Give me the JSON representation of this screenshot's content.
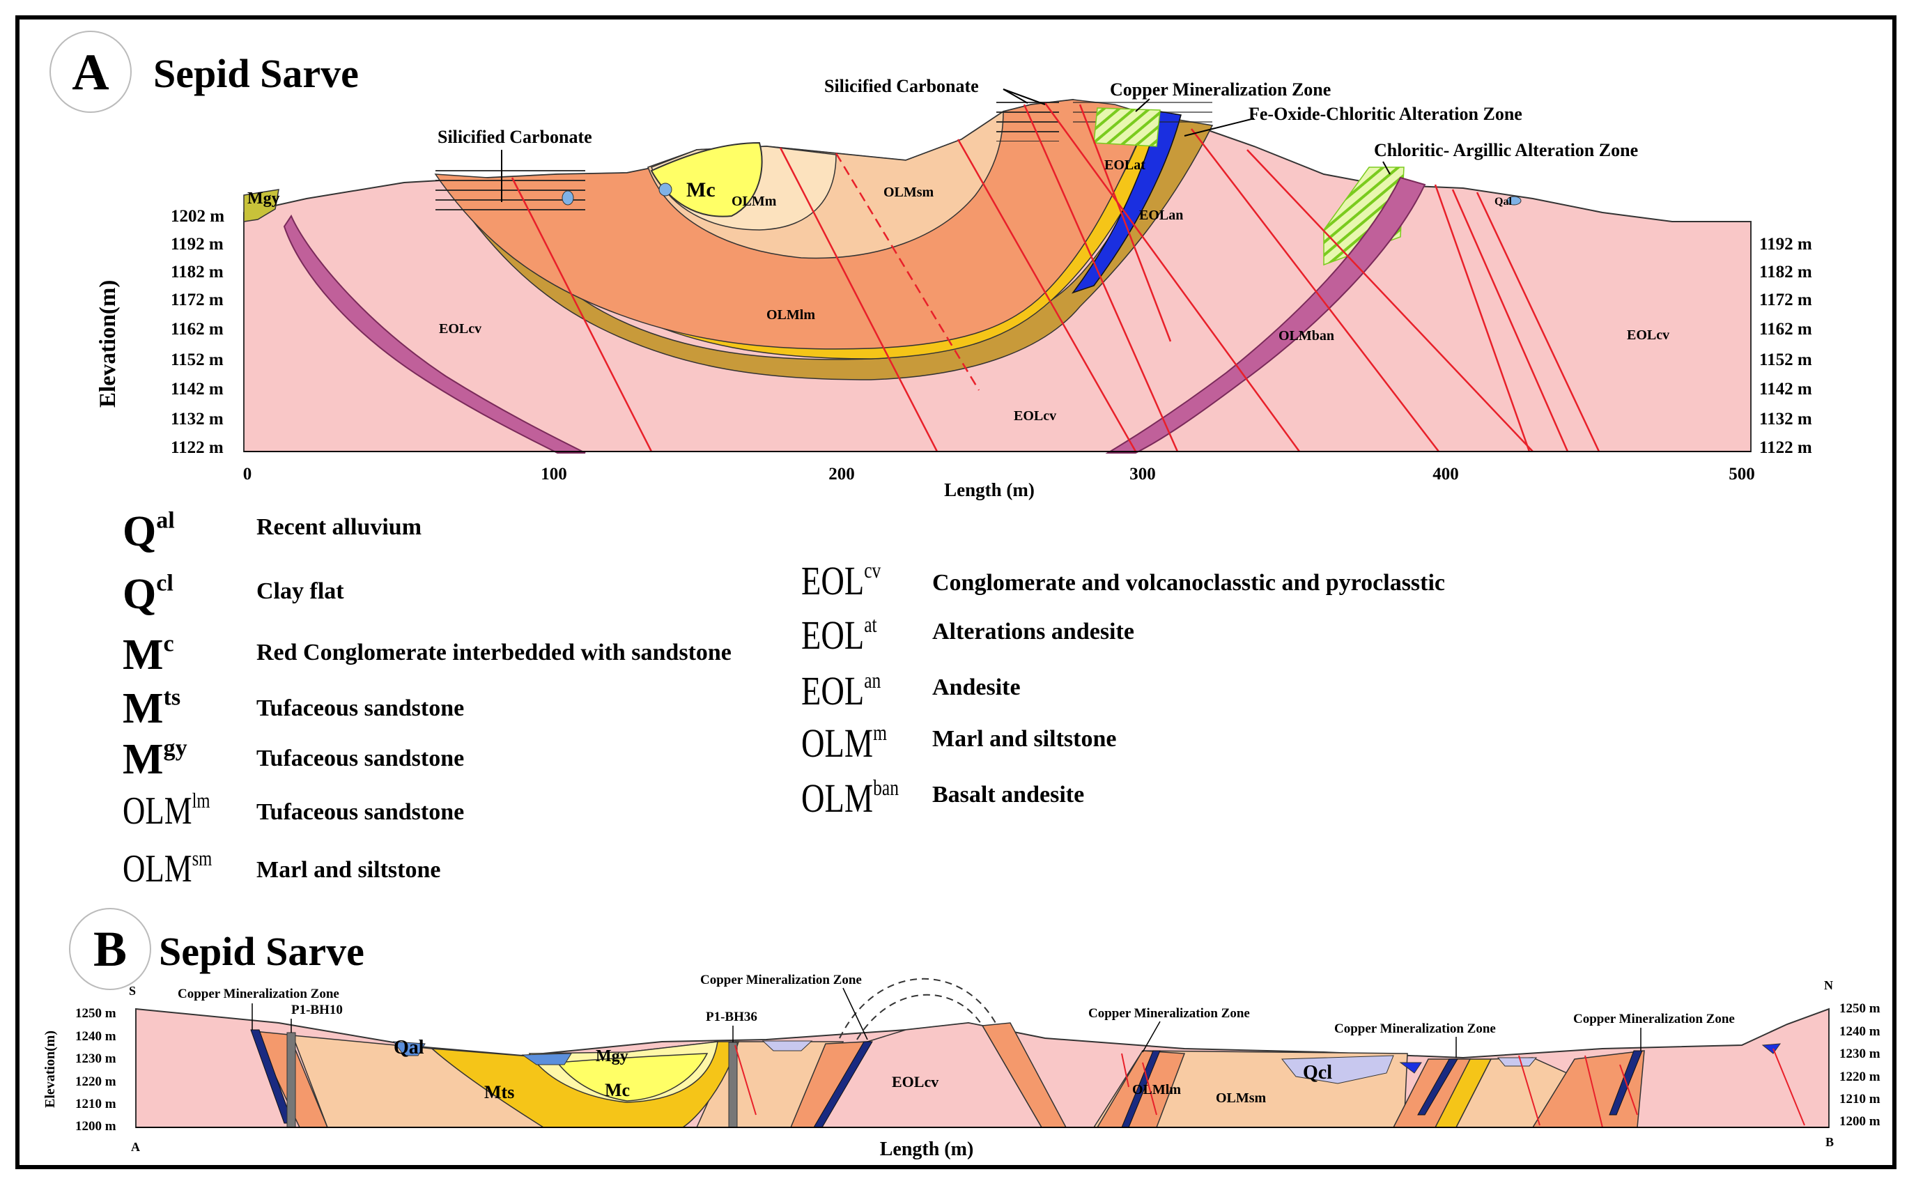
{
  "sectionA": {
    "letter": "A",
    "title": "Sepid Sarve",
    "y_axis_label": "Elevation(m)",
    "x_axis_label": "Length (m)",
    "y_ticks_left": [
      "1202 m",
      "1192 m",
      "1182 m",
      "1172 m",
      "1162 m",
      "1152 m",
      "1142 m",
      "1132 m",
      "1122 m"
    ],
    "y_ticks_right": [
      "1192 m",
      "1182 m",
      "1172 m",
      "1162 m",
      "1152 m",
      "1142 m",
      "1132 m",
      "1122 m"
    ],
    "x_ticks": [
      "0",
      "100",
      "200",
      "300",
      "400",
      "500"
    ],
    "annotations": {
      "silicified_left": "Silicified Carbonate",
      "silicified_top": "Silicified Carbonate",
      "copper_zone": "Copper Mineralization Zone",
      "fe_oxide": "Fe-Oxide-Chloritic Alteration Zone",
      "chloritic_argillic": "Chloritic- Argillic Alteration Zone"
    },
    "unit_labels": {
      "mgy": "Mgy",
      "mc": "Mc",
      "olm_m": "OLMm",
      "olm_sm": "OLMsm",
      "olm_lm": "OLMlm",
      "eol_cv_left": "EOLcv",
      "eol_cv_mid": "EOLcv",
      "eol_cv_right": "EOLcv",
      "eol_at": "EOLat",
      "eol_an": "EOLan",
      "olm_ban": "OLMban",
      "qal": "Qal"
    }
  },
  "legend_left": [
    {
      "base": "Q",
      "sup": "al",
      "desc": "Recent alluvium"
    },
    {
      "base": "Q",
      "sup": "cl",
      "desc": "Clay flat"
    },
    {
      "base": "M",
      "sup": "c",
      "desc": "Red Conglomerate interbedded with sandstone"
    },
    {
      "base": "M",
      "sup": "ts",
      "desc": "Tufaceous sandstone"
    },
    {
      "base": "M",
      "sup": "gy",
      "desc": "Tufaceous sandstone"
    },
    {
      "base": "OLM",
      "sup": "lm",
      "desc": "Tufaceous sandstone"
    },
    {
      "base": "OLM",
      "sup": "sm",
      "desc": "Marl and siltstone"
    }
  ],
  "legend_right": [
    {
      "base": "EOL",
      "sup": "cv",
      "desc": "Conglomerate and volcanoclasstic and pyroclasstic"
    },
    {
      "base": "EOL",
      "sup": "at",
      "desc": "Alterations andesite"
    },
    {
      "base": "EOL",
      "sup": "an",
      "desc": "Andesite"
    },
    {
      "base": "OLM",
      "sup": "m",
      "desc": "Marl and siltstone"
    },
    {
      "base": "OLM",
      "sup": "ban",
      "desc": "Basalt andesite"
    }
  ],
  "sectionB": {
    "letter": "B",
    "title": "Sepid Sarve",
    "y_axis_label": "Elevation(m)",
    "x_axis_label": "Length (m)",
    "y_ticks_left": [
      "1250 m",
      "1240 m",
      "1230 m",
      "1220 m",
      "1210 m",
      "1200 m"
    ],
    "y_ticks_right": [
      "1250 m",
      "1240 m",
      "1230 m",
      "1220 m",
      "1210 m",
      "1200 m"
    ],
    "corner_s": "S",
    "corner_n": "N",
    "corner_a": "A",
    "corner_b": "B",
    "copper_zones": [
      "Copper Mineralization Zone",
      "Copper Mineralization Zone",
      "Copper Mineralization Zone",
      "Copper Mineralization Zone",
      "Copper Mineralization Zone"
    ],
    "boreholes": [
      "P1-BH10",
      "P1-BH36"
    ],
    "unit_labels": {
      "qal": "Qal",
      "mgy": "Mgy",
      "mts": "Mts",
      "mc": "Mc",
      "eol_cv": "EOLcv",
      "olm_lm": "OLMlm",
      "olm_sm": "OLMsm",
      "qcl": "Qcl"
    }
  },
  "colors": {
    "eol_cv": "#f9c7c7",
    "olm_lm": "#f4996c",
    "olm_sm": "#f8cba3",
    "mc": "#ffff66",
    "mts": "#f5c518",
    "eol_at": "#f5c518",
    "eol_an": "#1a2fe0",
    "brown_band": "#c89a3a",
    "olm_ban": "#c0609a",
    "mgy": "#c8c23a",
    "fault": "#e8202a",
    "alteration_green": "#9bdc3a",
    "qcl": "#c8c8ef"
  }
}
